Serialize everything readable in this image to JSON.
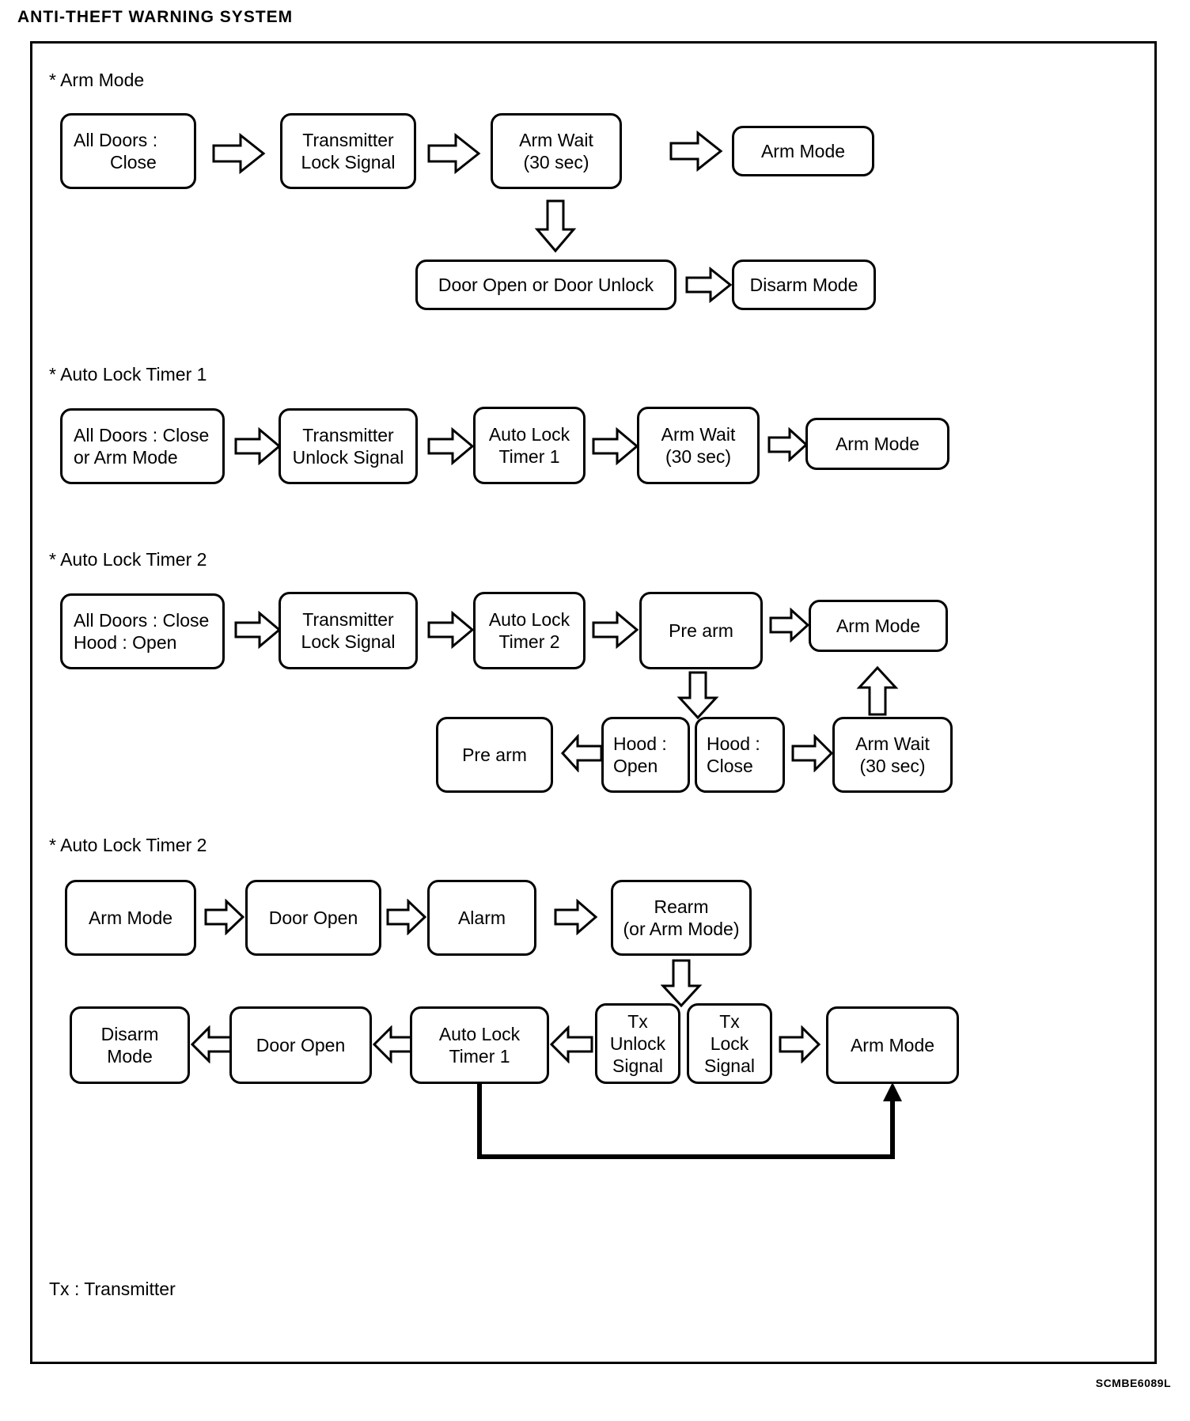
{
  "document": {
    "title": "ANTI-THEFT WARNING SYSTEM",
    "figure_code": "SCMBE6089L",
    "footnote": "Tx : Transmitter"
  },
  "sections": [
    {
      "label": "* Arm Mode",
      "nodes": {
        "all_doors_close_line1": "All Doors :",
        "all_doors_close_line2": "Close",
        "transmitter_lock_line1": "Transmitter",
        "transmitter_lock_line2": "Lock Signal",
        "arm_wait_line1": "Arm Wait",
        "arm_wait_line2": "(30 sec)",
        "arm_mode": "Arm Mode",
        "door_open_or_unlock": "Door Open or Door Unlock",
        "disarm_mode": "Disarm Mode"
      }
    },
    {
      "label": "* Auto Lock Timer 1",
      "nodes": {
        "all_doors_line1": "All Doors : Close",
        "all_doors_line2": "or Arm Mode",
        "transmitter_unlock_line1": "Transmitter",
        "transmitter_unlock_line2": "Unlock Signal",
        "auto_lock_line1": "Auto Lock",
        "auto_lock_line2": "Timer 1",
        "arm_wait_line1": "Arm Wait",
        "arm_wait_line2": "(30 sec)",
        "arm_mode": "Arm Mode"
      }
    },
    {
      "label": "* Auto Lock Timer 2",
      "nodes": {
        "all_doors_line1": "All Doors : Close",
        "all_doors_line2": "Hood : Open",
        "transmitter_lock_line1": "Transmitter",
        "transmitter_lock_line2": "Lock Signal",
        "auto_lock_line1": "Auto Lock",
        "auto_lock_line2": "Timer 2",
        "pre_arm": "Pre arm",
        "arm_mode": "Arm Mode",
        "pre_arm_2": "Pre arm",
        "hood_open_line1": "Hood :",
        "hood_open_line2": "Open",
        "hood_close_line1": "Hood :",
        "hood_close_line2": "Close",
        "arm_wait_line1": "Arm Wait",
        "arm_wait_line2": "(30 sec)"
      }
    },
    {
      "label": "* Auto Lock Timer 2",
      "nodes": {
        "arm_mode": "Arm Mode",
        "door_open": "Door Open",
        "alarm": "Alarm",
        "rearm_line1": "Rearm",
        "rearm_line2": "(or Arm Mode)",
        "disarm_mode_line1": "Disarm",
        "disarm_mode_line2": "Mode",
        "door_open_2": "Door Open",
        "auto_lock_line1": "Auto Lock",
        "auto_lock_line2": "Timer 1",
        "tx_unlock_line1": "Tx",
        "tx_unlock_line2": "Unlock",
        "tx_unlock_line3": "Signal",
        "tx_lock_line1": "Tx",
        "tx_lock_line2": "Lock",
        "tx_lock_line3": "Signal",
        "arm_mode_2": "Arm Mode"
      }
    }
  ],
  "colors": {
    "ink": "#000000",
    "paper": "#ffffff"
  }
}
